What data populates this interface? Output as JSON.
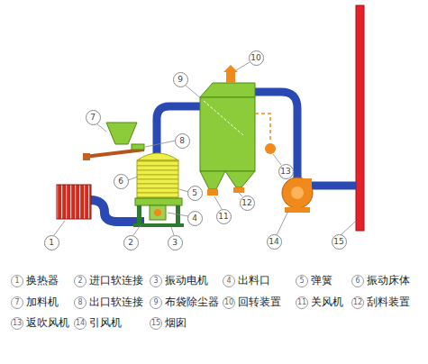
{
  "diagram": {
    "labels": [
      "1",
      "2",
      "3",
      "4",
      "5",
      "6",
      "7",
      "8",
      "9",
      "10",
      "11",
      "12",
      "13",
      "14",
      "15",
      "1",
      "换热器",
      "2",
      "进口软连接",
      "3",
      "振动电机",
      "4",
      "出料口",
      "5",
      "弹簧",
      "6",
      "振动床体",
      "7",
      "加料机",
      "8",
      "出口软连接",
      "9",
      "布袋除尘器",
      "10",
      "回转装置",
      "11",
      "关风机",
      "12",
      "刮料装置",
      "13",
      "返吹风机",
      "14",
      "引风机",
      "15",
      "烟囱"
    ]
  }
}
